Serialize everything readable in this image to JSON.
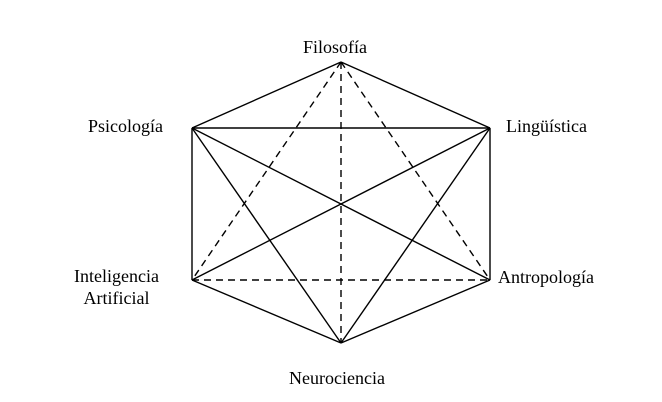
{
  "diagram": {
    "nodes": [
      {
        "id": "filosofia",
        "label": "Filosofía"
      },
      {
        "id": "linguistica",
        "label": "Lingüística"
      },
      {
        "id": "antropologia",
        "label": "Antropología"
      },
      {
        "id": "neurociencia",
        "label": "Neurociencia"
      },
      {
        "id": "ia",
        "label_lines": [
          "Inteligencia",
          "Artificial"
        ]
      },
      {
        "id": "psicologia",
        "label": "Psicología"
      }
    ],
    "edges": [
      {
        "from": "filosofia",
        "to": "linguistica",
        "style": "solid"
      },
      {
        "from": "linguistica",
        "to": "antropologia",
        "style": "solid"
      },
      {
        "from": "antropologia",
        "to": "neurociencia",
        "style": "solid"
      },
      {
        "from": "neurociencia",
        "to": "ia",
        "style": "solid"
      },
      {
        "from": "ia",
        "to": "psicologia",
        "style": "solid"
      },
      {
        "from": "psicologia",
        "to": "filosofia",
        "style": "solid"
      },
      {
        "from": "psicologia",
        "to": "linguistica",
        "style": "solid"
      },
      {
        "from": "psicologia",
        "to": "antropologia",
        "style": "solid"
      },
      {
        "from": "psicologia",
        "to": "neurociencia",
        "style": "solid"
      },
      {
        "from": "linguistica",
        "to": "ia",
        "style": "solid"
      },
      {
        "from": "linguistica",
        "to": "neurociencia",
        "style": "solid"
      },
      {
        "from": "filosofia",
        "to": "ia",
        "style": "dashed"
      },
      {
        "from": "filosofia",
        "to": "antropologia",
        "style": "dashed"
      },
      {
        "from": "filosofia",
        "to": "neurociencia",
        "style": "dashed"
      },
      {
        "from": "ia",
        "to": "antropologia",
        "style": "dashed"
      }
    ]
  }
}
